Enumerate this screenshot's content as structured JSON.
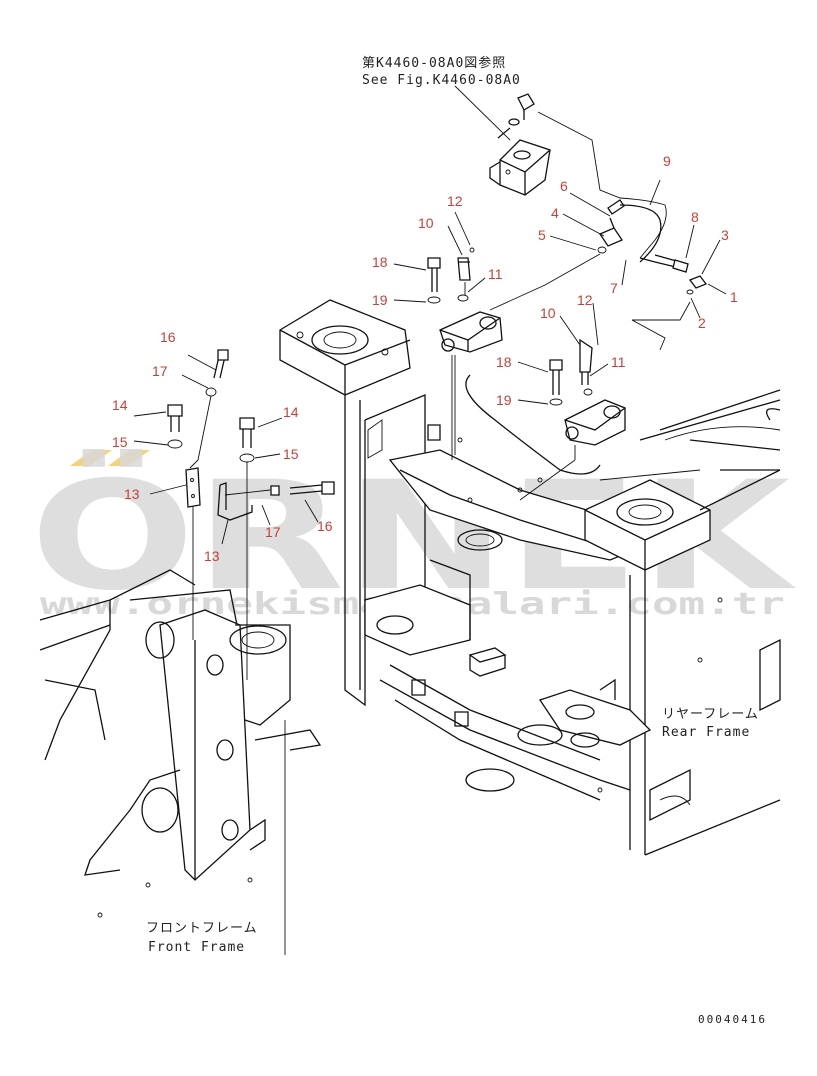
{
  "reference": {
    "line_jp": "第K4460-08A0図参照",
    "line_en": "See Fig.K4460-08A0"
  },
  "frames": {
    "rear_jp": "リヤーフレーム",
    "rear_en": "Rear Frame",
    "front_jp": "フロントフレーム",
    "front_en": "Front Frame"
  },
  "drawing_number": "00040416",
  "watermark": {
    "logo": "ÖRNEK",
    "url": "www.ornekismakinalari.com.tr"
  },
  "callouts": [
    {
      "id": "c1",
      "label": "1"
    },
    {
      "id": "c2",
      "label": "2"
    },
    {
      "id": "c3",
      "label": "3"
    },
    {
      "id": "c4",
      "label": "4"
    },
    {
      "id": "c5",
      "label": "5"
    },
    {
      "id": "c6",
      "label": "6"
    },
    {
      "id": "c7",
      "label": "7"
    },
    {
      "id": "c8",
      "label": "8"
    },
    {
      "id": "c9",
      "label": "9"
    },
    {
      "id": "c10a",
      "label": "10"
    },
    {
      "id": "c11a",
      "label": "11"
    },
    {
      "id": "c12a",
      "label": "12"
    },
    {
      "id": "c10b",
      "label": "10"
    },
    {
      "id": "c11b",
      "label": "11"
    },
    {
      "id": "c12b",
      "label": "12"
    },
    {
      "id": "c13a",
      "label": "13"
    },
    {
      "id": "c13b",
      "label": "13"
    },
    {
      "id": "c14a",
      "label": "14"
    },
    {
      "id": "c14b",
      "label": "14"
    },
    {
      "id": "c15a",
      "label": "15"
    },
    {
      "id": "c15b",
      "label": "15"
    },
    {
      "id": "c16a",
      "label": "16"
    },
    {
      "id": "c16b",
      "label": "16"
    },
    {
      "id": "c17a",
      "label": "17"
    },
    {
      "id": "c17b",
      "label": "17"
    },
    {
      "id": "c18a",
      "label": "18"
    },
    {
      "id": "c18b",
      "label": "18"
    },
    {
      "id": "c19a",
      "label": "19"
    },
    {
      "id": "c19b",
      "label": "19"
    }
  ],
  "colors": {
    "callout": "#c8403a",
    "line": "#111111",
    "watermark": "#d9d9d9",
    "watermark_accent": "#f2d27a"
  }
}
